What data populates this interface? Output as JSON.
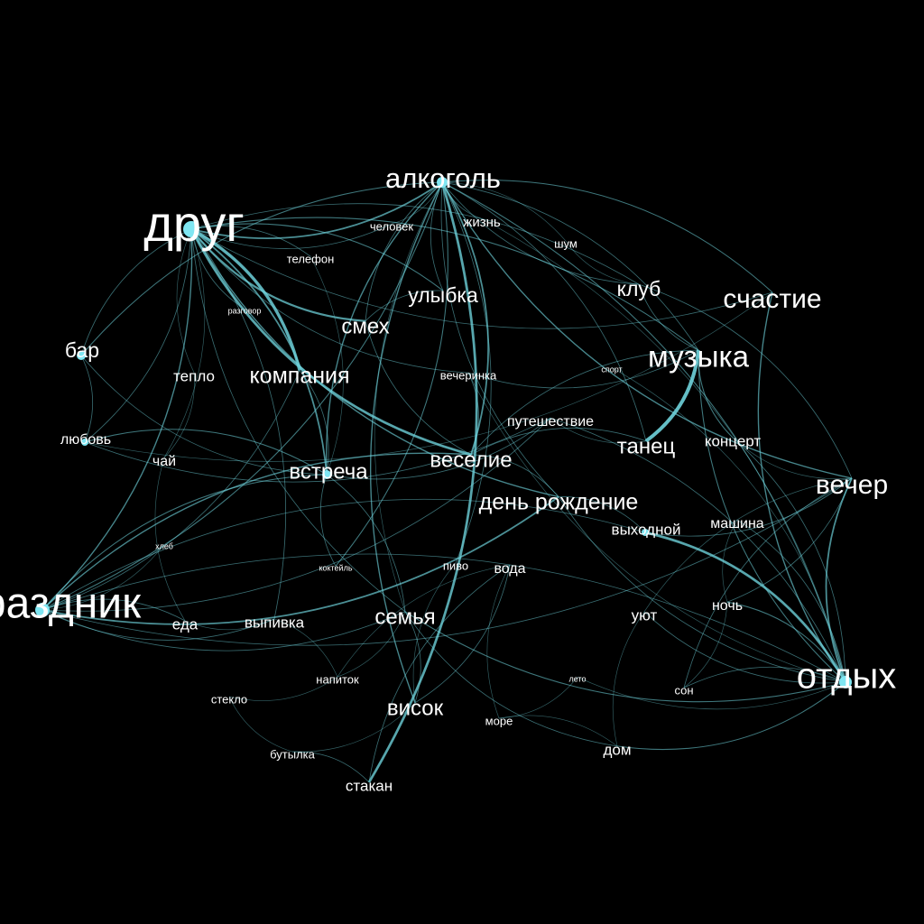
{
  "colors": {
    "background": "#000000",
    "edge": "#6fd3dc",
    "node": "#7fe6f2",
    "label": "#ffffff"
  },
  "nodes": [
    {
      "id": "drug",
      "label": "друг",
      "weight": 1.0
    },
    {
      "id": "alkogol",
      "label": "алкоголь",
      "weight": 0.6
    },
    {
      "id": "prazdnik",
      "label": "праздник",
      "weight": 0.9
    },
    {
      "id": "otdykh",
      "label": "отдых",
      "weight": 0.7
    },
    {
      "id": "muzyka",
      "label": "музыка",
      "weight": 0.6
    },
    {
      "id": "schastie",
      "label": "счастие",
      "weight": 0.55
    },
    {
      "id": "vecher",
      "label": "вечер",
      "weight": 0.55
    },
    {
      "id": "zhizn",
      "label": "жизнь",
      "weight": 0.3
    },
    {
      "id": "chelovek",
      "label": "человек",
      "weight": 0.2
    },
    {
      "id": "shum",
      "label": "шум",
      "weight": 0.2
    },
    {
      "id": "telefon",
      "label": "телефон",
      "weight": 0.2
    },
    {
      "id": "ulybka",
      "label": "улыбка",
      "weight": 0.45
    },
    {
      "id": "klub",
      "label": "клуб",
      "weight": 0.45
    },
    {
      "id": "razgovor",
      "label": "разговор",
      "weight": 0.1
    },
    {
      "id": "smekh",
      "label": "смех",
      "weight": 0.45
    },
    {
      "id": "bar",
      "label": "бар",
      "weight": 0.45
    },
    {
      "id": "teplo",
      "label": "тепло",
      "weight": 0.3
    },
    {
      "id": "kompaniya",
      "label": "компания",
      "weight": 0.5
    },
    {
      "id": "vecherinka",
      "label": "вечеринка",
      "weight": 0.2
    },
    {
      "id": "sport",
      "label": "спорт",
      "weight": 0.1
    },
    {
      "id": "lyubov",
      "label": "любовь",
      "weight": 0.3
    },
    {
      "id": "puteshestvie",
      "label": "путешествие",
      "weight": 0.3
    },
    {
      "id": "tanets",
      "label": "танец",
      "weight": 0.5
    },
    {
      "id": "kontsert",
      "label": "концерт",
      "weight": 0.3
    },
    {
      "id": "chai",
      "label": "чай",
      "weight": 0.3
    },
    {
      "id": "vstrecha",
      "label": "встреча",
      "weight": 0.5
    },
    {
      "id": "vesele",
      "label": "веселие",
      "weight": 0.5
    },
    {
      "id": "den_rozhdenie",
      "label": "день рождение",
      "weight": 0.5
    },
    {
      "id": "vykhodnoi",
      "label": "выходной",
      "weight": 0.3
    },
    {
      "id": "mashina",
      "label": "машина",
      "weight": 0.3
    },
    {
      "id": "khleb",
      "label": "хлеб",
      "weight": 0.1
    },
    {
      "id": "kokteil",
      "label": "коктейль",
      "weight": 0.1
    },
    {
      "id": "pivo",
      "label": "пиво",
      "weight": 0.2
    },
    {
      "id": "voda",
      "label": "вода",
      "weight": 0.3
    },
    {
      "id": "eda",
      "label": "еда",
      "weight": 0.3
    },
    {
      "id": "vypivka",
      "label": "выпивка",
      "weight": 0.3
    },
    {
      "id": "semya",
      "label": "семья",
      "weight": 0.45
    },
    {
      "id": "uyut",
      "label": "уют",
      "weight": 0.3
    },
    {
      "id": "noch",
      "label": "ночь",
      "weight": 0.3
    },
    {
      "id": "napitok",
      "label": "напиток",
      "weight": 0.2
    },
    {
      "id": "leto",
      "label": "лето",
      "weight": 0.1
    },
    {
      "id": "son",
      "label": "сон",
      "weight": 0.2
    },
    {
      "id": "steklo",
      "label": "стекло",
      "weight": 0.2
    },
    {
      "id": "visok",
      "label": "висок",
      "weight": 0.45
    },
    {
      "id": "more",
      "label": "море",
      "weight": 0.2
    },
    {
      "id": "dom",
      "label": "дом",
      "weight": 0.3
    },
    {
      "id": "butylka",
      "label": "бутылка",
      "weight": 0.2
    },
    {
      "id": "stakan",
      "label": "стакан",
      "weight": 0.3
    }
  ],
  "edges": [
    [
      "drug",
      "alkogol",
      0.6
    ],
    [
      "drug",
      "kompaniya",
      0.9
    ],
    [
      "drug",
      "smekh",
      0.7
    ],
    [
      "drug",
      "vstrecha",
      0.6
    ],
    [
      "drug",
      "vesele",
      0.8
    ],
    [
      "drug",
      "prazdnik",
      0.5
    ],
    [
      "drug",
      "bar",
      0.3
    ],
    [
      "drug",
      "telefon",
      0.3
    ],
    [
      "drug",
      "razgovor",
      0.3
    ],
    [
      "drug",
      "ulybka",
      0.4
    ],
    [
      "drug",
      "vecherinka",
      0.3
    ],
    [
      "drug",
      "klub",
      0.3
    ],
    [
      "drug",
      "schastie",
      0.3
    ],
    [
      "drug",
      "muzyka",
      0.4
    ],
    [
      "drug",
      "den_rozhdenie",
      0.5
    ],
    [
      "drug",
      "lyubov",
      0.3
    ],
    [
      "drug",
      "teplo",
      0.2
    ],
    [
      "drug",
      "chai",
      0.2
    ],
    [
      "drug",
      "semya",
      0.3
    ],
    [
      "drug",
      "vypivka",
      0.3
    ],
    [
      "drug",
      "chelovek",
      0.3
    ],
    [
      "alkogol",
      "stakan",
      0.8
    ],
    [
      "alkogol",
      "vstrecha",
      0.5
    ],
    [
      "alkogol",
      "vesele",
      0.6
    ],
    [
      "alkogol",
      "visok",
      0.5
    ],
    [
      "alkogol",
      "kokteil",
      0.4
    ],
    [
      "alkogol",
      "zhizn",
      0.3
    ],
    [
      "alkogol",
      "schastie",
      0.4
    ],
    [
      "alkogol",
      "vecher",
      0.5
    ],
    [
      "alkogol",
      "otdykh",
      0.4
    ],
    [
      "alkogol",
      "klub",
      0.3
    ],
    [
      "alkogol",
      "muzyka",
      0.3
    ],
    [
      "alkogol",
      "bar",
      0.4
    ],
    [
      "alkogol",
      "prazdnik",
      0.4
    ],
    [
      "alkogol",
      "smekh",
      0.3
    ],
    [
      "alkogol",
      "pivo",
      0.3
    ],
    [
      "alkogol",
      "den_rozhdenie",
      0.3
    ],
    [
      "alkogol",
      "tanets",
      0.3
    ],
    [
      "alkogol",
      "semya",
      0.2
    ],
    [
      "alkogol",
      "shum",
      0.2
    ],
    [
      "alkogol",
      "ulybka",
      0.3
    ],
    [
      "muzyka",
      "tanets",
      1.0
    ],
    [
      "muzyka",
      "kontsert",
      0.4
    ],
    [
      "muzyka",
      "klub",
      0.3
    ],
    [
      "muzyka",
      "otdykh",
      0.4
    ],
    [
      "muzyka",
      "vecherinka",
      0.3
    ],
    [
      "muzyka",
      "vesele",
      0.3
    ],
    [
      "vykhodnoi",
      "otdykh",
      0.8
    ],
    [
      "vecher",
      "otdykh",
      0.6
    ],
    [
      "vecher",
      "noch",
      0.3
    ],
    [
      "vecher",
      "son",
      0.3
    ],
    [
      "vecher",
      "prazdnik",
      0.3
    ],
    [
      "vecher",
      "uyut",
      0.2
    ],
    [
      "vecher",
      "vykhodnoi",
      0.3
    ],
    [
      "schastie",
      "otdykh",
      0.5
    ],
    [
      "schastie",
      "lyubov",
      0.2
    ],
    [
      "prazdnik",
      "den_rozhdenie",
      0.6
    ],
    [
      "prazdnik",
      "vesele",
      0.5
    ],
    [
      "prazdnik",
      "puteshestvie",
      0.3
    ],
    [
      "prazdnik",
      "eda",
      0.3
    ],
    [
      "prazdnik",
      "vypivka",
      0.3
    ],
    [
      "prazdnik",
      "otdykh",
      0.3
    ],
    [
      "prazdnik",
      "semya",
      0.3
    ],
    [
      "prazdnik",
      "vstrecha",
      0.4
    ],
    [
      "prazdnik",
      "khleb",
      0.2
    ],
    [
      "prazdnik",
      "vykhodnoi",
      0.3
    ],
    [
      "prazdnik",
      "kompaniya",
      0.3
    ],
    [
      "lyubov",
      "vstrecha",
      0.4
    ],
    [
      "lyubov",
      "puteshestvie",
      0.3
    ],
    [
      "bar",
      "lyubov",
      0.3
    ],
    [
      "bar",
      "vstrecha",
      0.3
    ],
    [
      "teplo",
      "chai",
      0.2
    ],
    [
      "chai",
      "eda",
      0.2
    ],
    [
      "kompaniya",
      "vstrecha",
      0.3
    ],
    [
      "smekh",
      "vesele",
      0.3
    ],
    [
      "smekh",
      "ulybka",
      0.3
    ],
    [
      "vstrecha",
      "kokteil",
      0.3
    ],
    [
      "vstrecha",
      "semya",
      0.3
    ],
    [
      "vstrecha",
      "puteshestvie",
      0.3
    ],
    [
      "vesele",
      "den_rozhdenie",
      0.3
    ],
    [
      "vesele",
      "vecherinka",
      0.3
    ],
    [
      "vesele",
      "tanets",
      0.3
    ],
    [
      "semya",
      "otdykh",
      0.4
    ],
    [
      "semya",
      "visok",
      0.3
    ],
    [
      "semya",
      "dom",
      0.3
    ],
    [
      "semya",
      "napitok",
      0.2
    ],
    [
      "voda",
      "napitok",
      0.2
    ],
    [
      "voda",
      "visok",
      0.3
    ],
    [
      "voda",
      "more",
      0.2
    ],
    [
      "napitok",
      "steklo",
      0.2
    ],
    [
      "steklo",
      "butylka",
      0.2
    ],
    [
      "butylka",
      "stakan",
      0.3
    ],
    [
      "butylka",
      "visok",
      0.2
    ],
    [
      "stakan",
      "voda",
      0.3
    ],
    [
      "dom",
      "otdykh",
      0.4
    ],
    [
      "dom",
      "uyut",
      0.2
    ],
    [
      "dom",
      "more",
      0.2
    ],
    [
      "noch",
      "otdykh",
      0.4
    ],
    [
      "son",
      "noch",
      0.2
    ],
    [
      "son",
      "otdykh",
      0.3
    ],
    [
      "uyut",
      "otdykh",
      0.3
    ],
    [
      "mashina",
      "otdykh",
      0.3
    ],
    [
      "mashina",
      "noch",
      0.2
    ],
    [
      "kontsert",
      "otdykh",
      0.3
    ],
    [
      "kontsert",
      "vecher",
      0.2
    ],
    [
      "puteshestvie",
      "otdykh",
      0.3
    ],
    [
      "puteshestvie",
      "tanets",
      0.2
    ],
    [
      "den_rozhdenie",
      "vykhodnoi",
      0.3
    ],
    [
      "den_rozhdenie",
      "otdykh",
      0.3
    ],
    [
      "klub",
      "vecher",
      0.3
    ],
    [
      "shum",
      "klub",
      0.2
    ],
    [
      "sport",
      "otdykh",
      0.2
    ],
    [
      "leto",
      "otdykh",
      0.2
    ],
    [
      "leto",
      "more",
      0.2
    ],
    [
      "eda",
      "vypivka",
      0.2
    ],
    [
      "vypivka",
      "napitok",
      0.2
    ],
    [
      "pivo",
      "visok",
      0.2
    ],
    [
      "zhizn",
      "otdykh",
      0.2
    ],
    [
      "chelovek",
      "alkogol",
      0.2
    ],
    [
      "telefon",
      "vstrecha",
      0.2
    ],
    [
      "vecherinka",
      "otdykh",
      0.2
    ]
  ]
}
